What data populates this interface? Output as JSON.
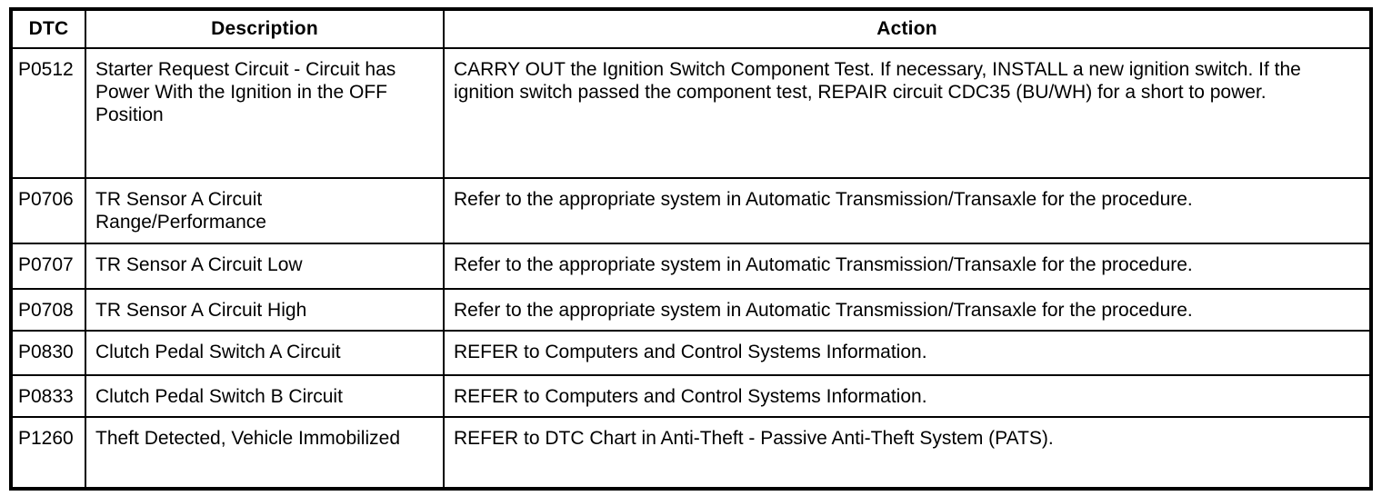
{
  "table": {
    "colors": {
      "border": "#000000",
      "text": "#000000",
      "background": "#ffffff"
    },
    "columns": [
      {
        "key": "dtc",
        "label": "DTC"
      },
      {
        "key": "description",
        "label": "Description"
      },
      {
        "key": "action",
        "label": "Action"
      }
    ],
    "rows": [
      {
        "dtc": "P0512",
        "description": "Starter Request Circuit - Circuit has Power With the Ignition in the OFF Position",
        "action": "CARRY OUT the Ignition Switch Component Test. If necessary, INSTALL a new ignition switch. If the ignition switch passed the component test, REPAIR circuit CDC35 (BU/WH) for a short to power."
      },
      {
        "dtc": "P0706",
        "description": "TR Sensor A Circuit Range/Performance",
        "action": "Refer to the appropriate system in Automatic Transmission/Transaxle for the procedure."
      },
      {
        "dtc": "P0707",
        "description": "TR Sensor A Circuit Low",
        "action": "Refer to the appropriate system in Automatic Transmission/Transaxle for the procedure."
      },
      {
        "dtc": "P0708",
        "description": "TR Sensor A Circuit High",
        "action": "Refer to the appropriate system in Automatic Transmission/Transaxle for the procedure."
      },
      {
        "dtc": "P0830",
        "description": "Clutch Pedal Switch A Circuit",
        "action": "REFER to Computers and Control Systems Information."
      },
      {
        "dtc": "P0833",
        "description": "Clutch Pedal Switch B Circuit",
        "action": "REFER to Computers and Control Systems Information."
      },
      {
        "dtc": "P1260",
        "description": "Theft Detected, Vehicle Immobilized",
        "action": "REFER to DTC Chart in Anti-Theft - Passive Anti-Theft System (PATS)."
      }
    ]
  }
}
